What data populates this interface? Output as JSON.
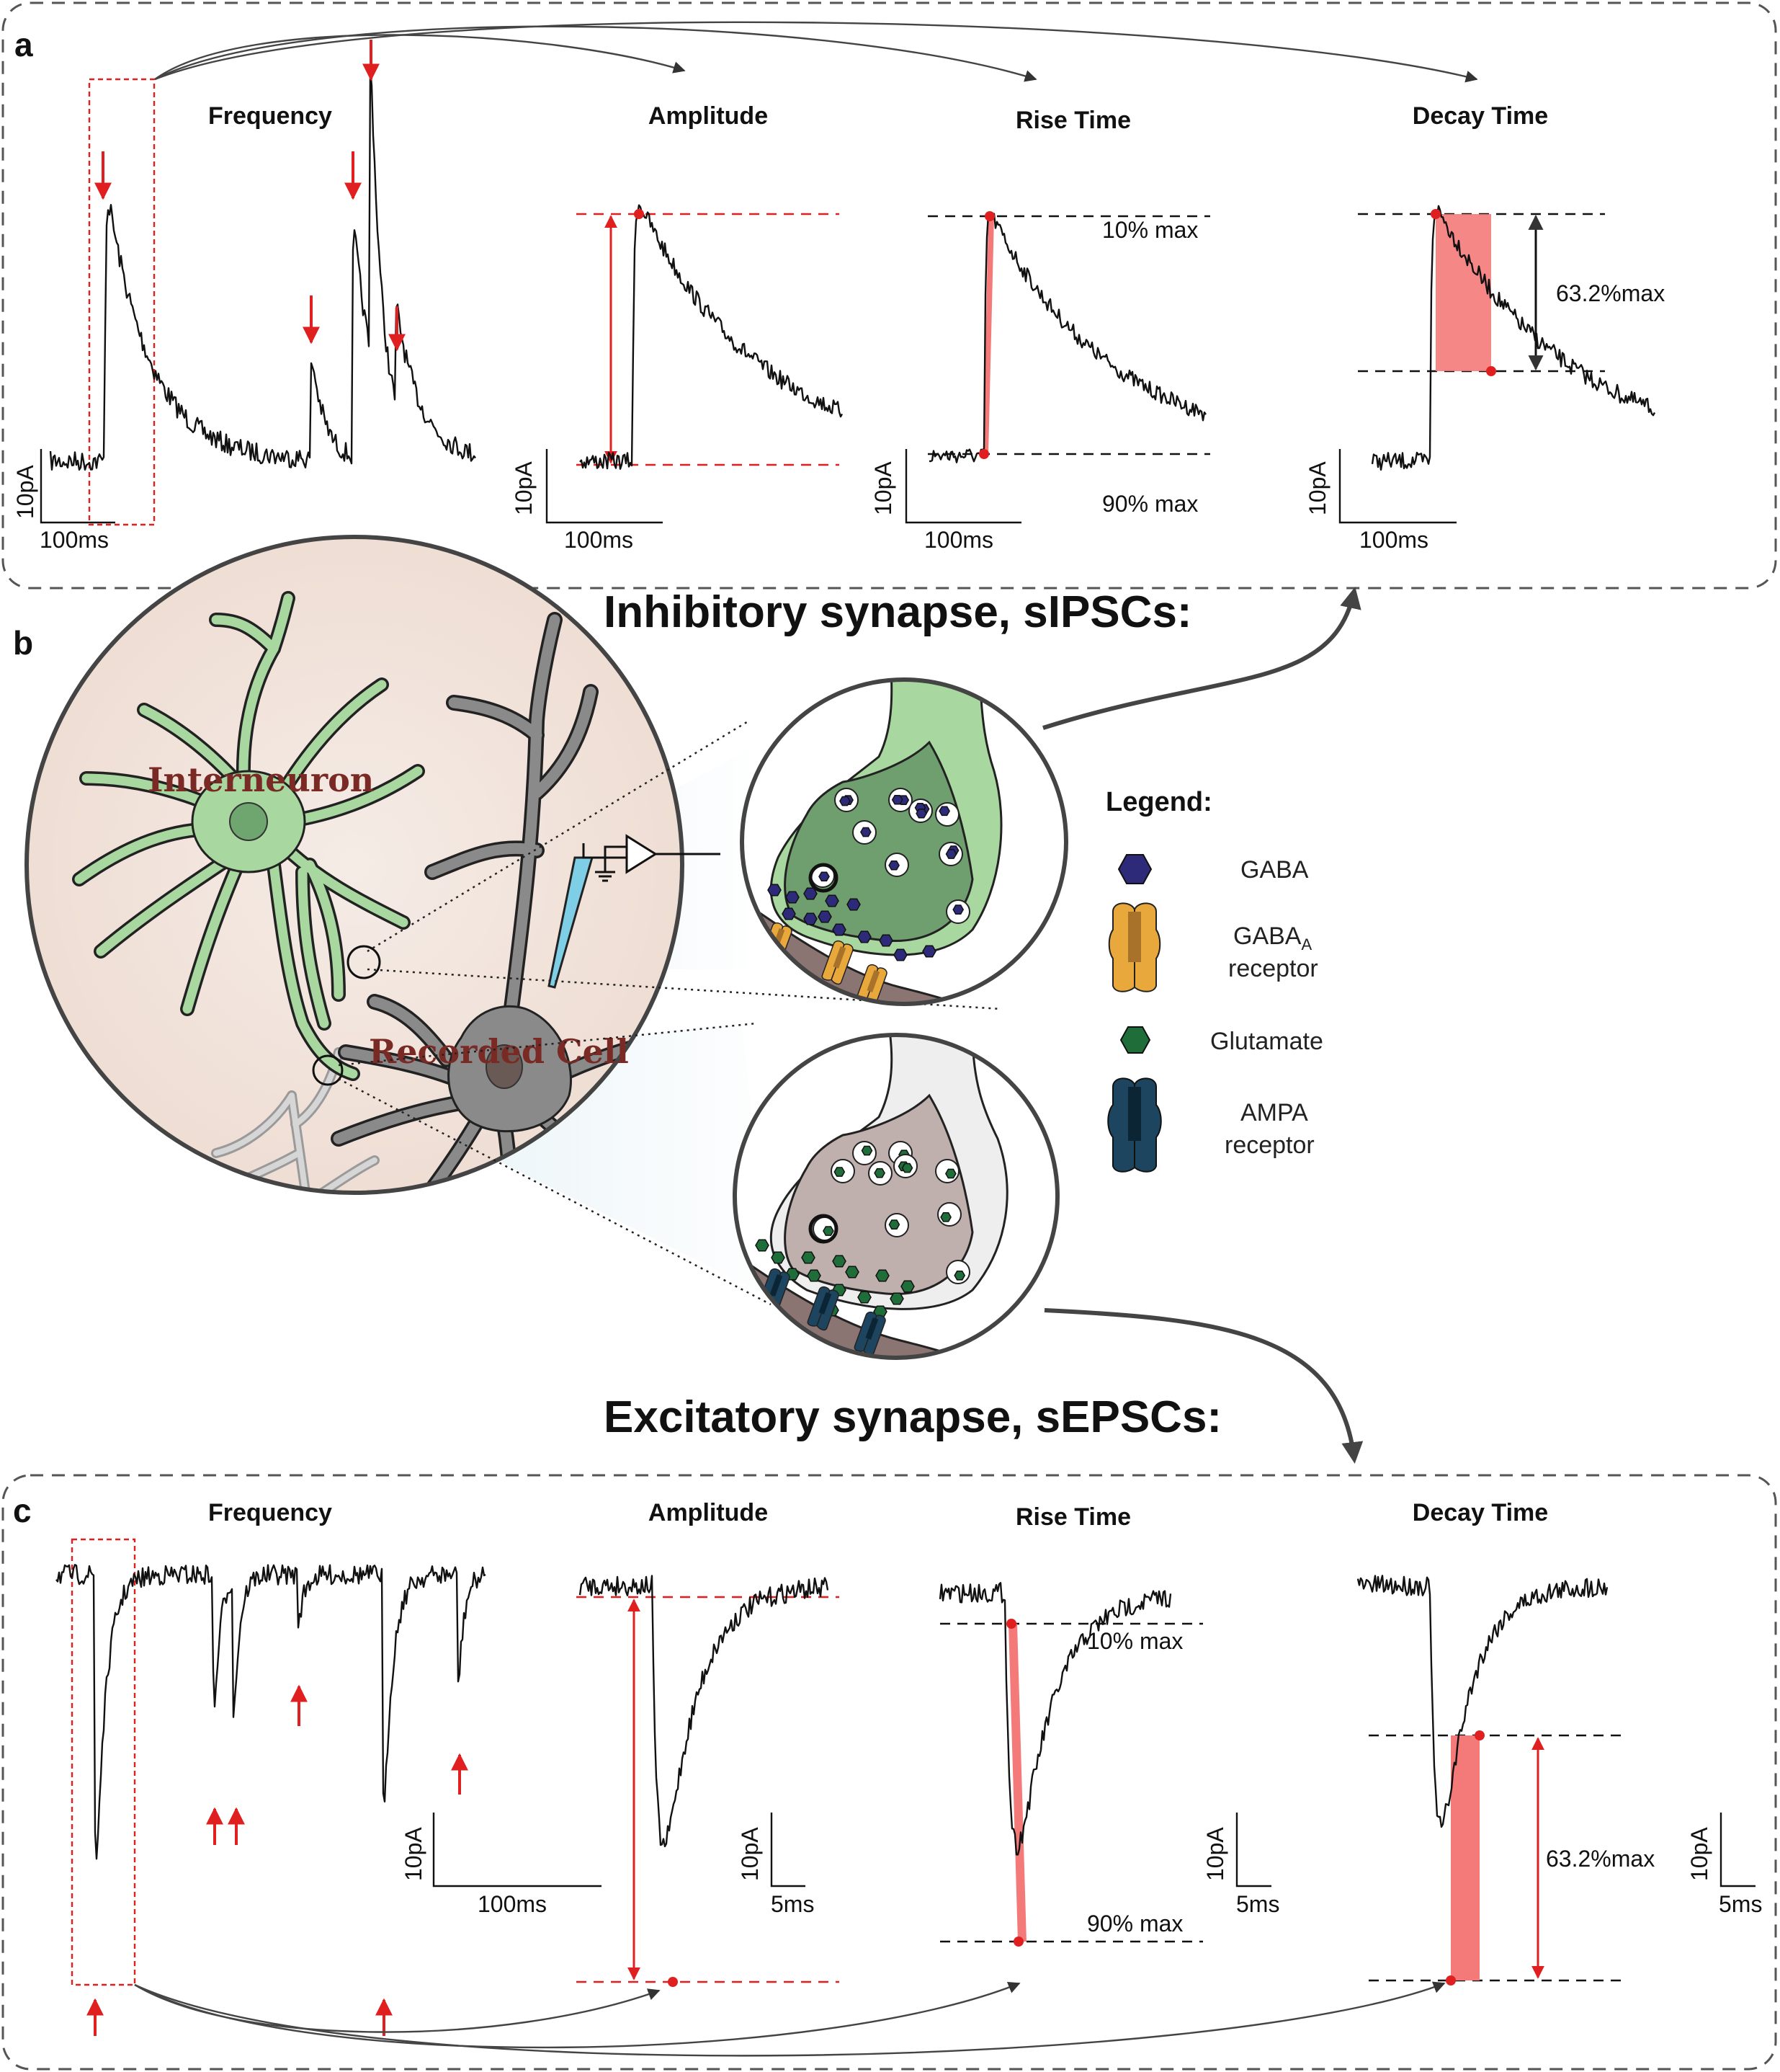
{
  "panels": {
    "a": {
      "letter": "a",
      "titles": {
        "frequency": "Frequency",
        "amplitude": "Amplitude",
        "rise": "Rise Time",
        "decay": "Decay Time"
      },
      "scale_y": "10pA",
      "scale_x": "100ms",
      "rise_top": "10% max",
      "rise_bottom": "90% max",
      "decay_label": "63.2%max"
    },
    "b": {
      "letter": "b",
      "inhibitory_title": "Inhibitory synapse, sIPSCs:",
      "excitatory_title": "Excitatory synapse, sEPSCs:",
      "interneuron": "Interneuron",
      "recorded_cell": "Recorded Cell",
      "legend": {
        "title": "Legend:",
        "gaba": "GABA",
        "gaba_a_main": "GABA",
        "gaba_a_sub": "A",
        "gaba_a_receptor": "receptor",
        "glutamate": "Glutamate",
        "ampa": "AMPA",
        "ampa_receptor": "receptor"
      }
    },
    "c": {
      "letter": "c",
      "titles": {
        "frequency": "Frequency",
        "amplitude": "Amplitude",
        "rise": "Rise Time",
        "decay": "Decay Time"
      },
      "scale_y": "10pA",
      "scale_x_freq": "100ms",
      "scale_x_kin": "5ms",
      "rise_top": "10% max",
      "rise_bottom": "90% max",
      "decay_label": "63.2%max"
    }
  },
  "colors": {
    "highlight": "#e02020",
    "shade": "#f47a7a",
    "interneuron": "#a8d8a0",
    "recorded_cell": "#8a8a8a",
    "gaba": "#2e2a7a",
    "gaba_a_receptor": "#e8a83c",
    "glutamate": "#1f6e3a",
    "ampa_receptor": "#1d4560"
  }
}
